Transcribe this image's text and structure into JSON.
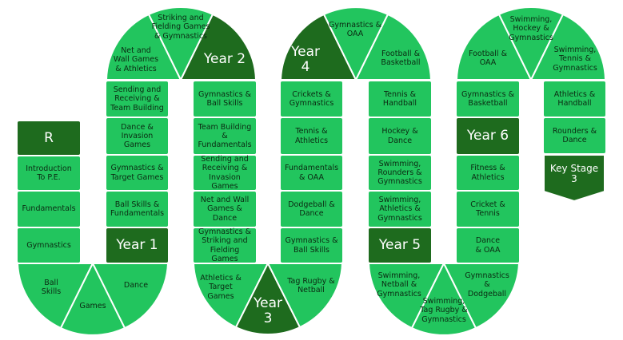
{
  "colors": {
    "light": "#22c55e",
    "dark": "#1e6b1e",
    "text": "#0b2a12",
    "stroke": "#ffffff"
  },
  "col1": {
    "r": "R",
    "c1": "Introduction\nTo P.E.",
    "c2": "Fundamentals",
    "c3": "Gymnastics"
  },
  "turn1": {
    "left": "Ball\nSkills",
    "mid": "Games",
    "right": "Dance"
  },
  "col2": {
    "year": "Year 1",
    "c1": "Ball Skills &\nFundamentals",
    "c2": "Gymnastics &\nTarget Games",
    "c3": "Dance &\nInvasion\nGames",
    "c4": "Sending and\nReceiving &\nTeam Building"
  },
  "turn2": {
    "left": "Net and\nWall Games\n& Athletics",
    "mid": "Striking and\nFielding Games\n& Gymnastics",
    "year": "Year 2"
  },
  "col3": {
    "c1": "Gymnastics &\nBall Skills",
    "c2": "Team Building &\nFundamentals",
    "c3": "Sending and\nReceiving &\nInvasion Games",
    "c4": "Net and Wall\nGames &\nDance",
    "c5": "Gymnastics &\nStriking and\nFielding Games"
  },
  "turn3": {
    "left": "Athletics &\nTarget\nGames",
    "year": "Year\n3",
    "right": "Tag Rugby &\nNetball"
  },
  "col4": {
    "c1": "Gymnastics &\nBall Skills",
    "c2": "Dodgeball &\nDance",
    "c3": "Fundamentals\n& OAA",
    "c4": "Tennis &\nAthletics",
    "c5": "Crickets &\nGymnastics"
  },
  "turn4": {
    "year": "Year\n4",
    "mid": "Gymnastics &\nOAA",
    "right": "Football &\nBasketball"
  },
  "col5": {
    "c1": "Tennis &\nHandball",
    "c2": "Hockey &\nDance",
    "c3": "Swimming,\nRounders &\nGymnastics",
    "c4": "Swimming,\nAthletics &\nGymnastics",
    "year": "Year 5"
  },
  "turn5": {
    "left": "Swimming,\nNetball &\nGymnastics",
    "mid": "Swimming,\nTag Rugby &\nGymnastics",
    "right": "Gymnastics\n&\nDodgeball"
  },
  "col6": {
    "c1": "Dance\n& OAA",
    "c2": "Cricket &\nTennis",
    "c3": "Fitness &\nAthletics",
    "year": "Year 6",
    "c4": "Gymnastics &\nBasketball"
  },
  "turn6": {
    "left": "Football &\nOAA",
    "mid": "Swimming,\nHockey &\nGymnastics",
    "right": "Swimming,\nTennis &\nGymnastics"
  },
  "col7": {
    "c1": "Athletics &\nHandball",
    "c2": "Rounders &\nDance",
    "ks": "Key Stage\n3"
  }
}
